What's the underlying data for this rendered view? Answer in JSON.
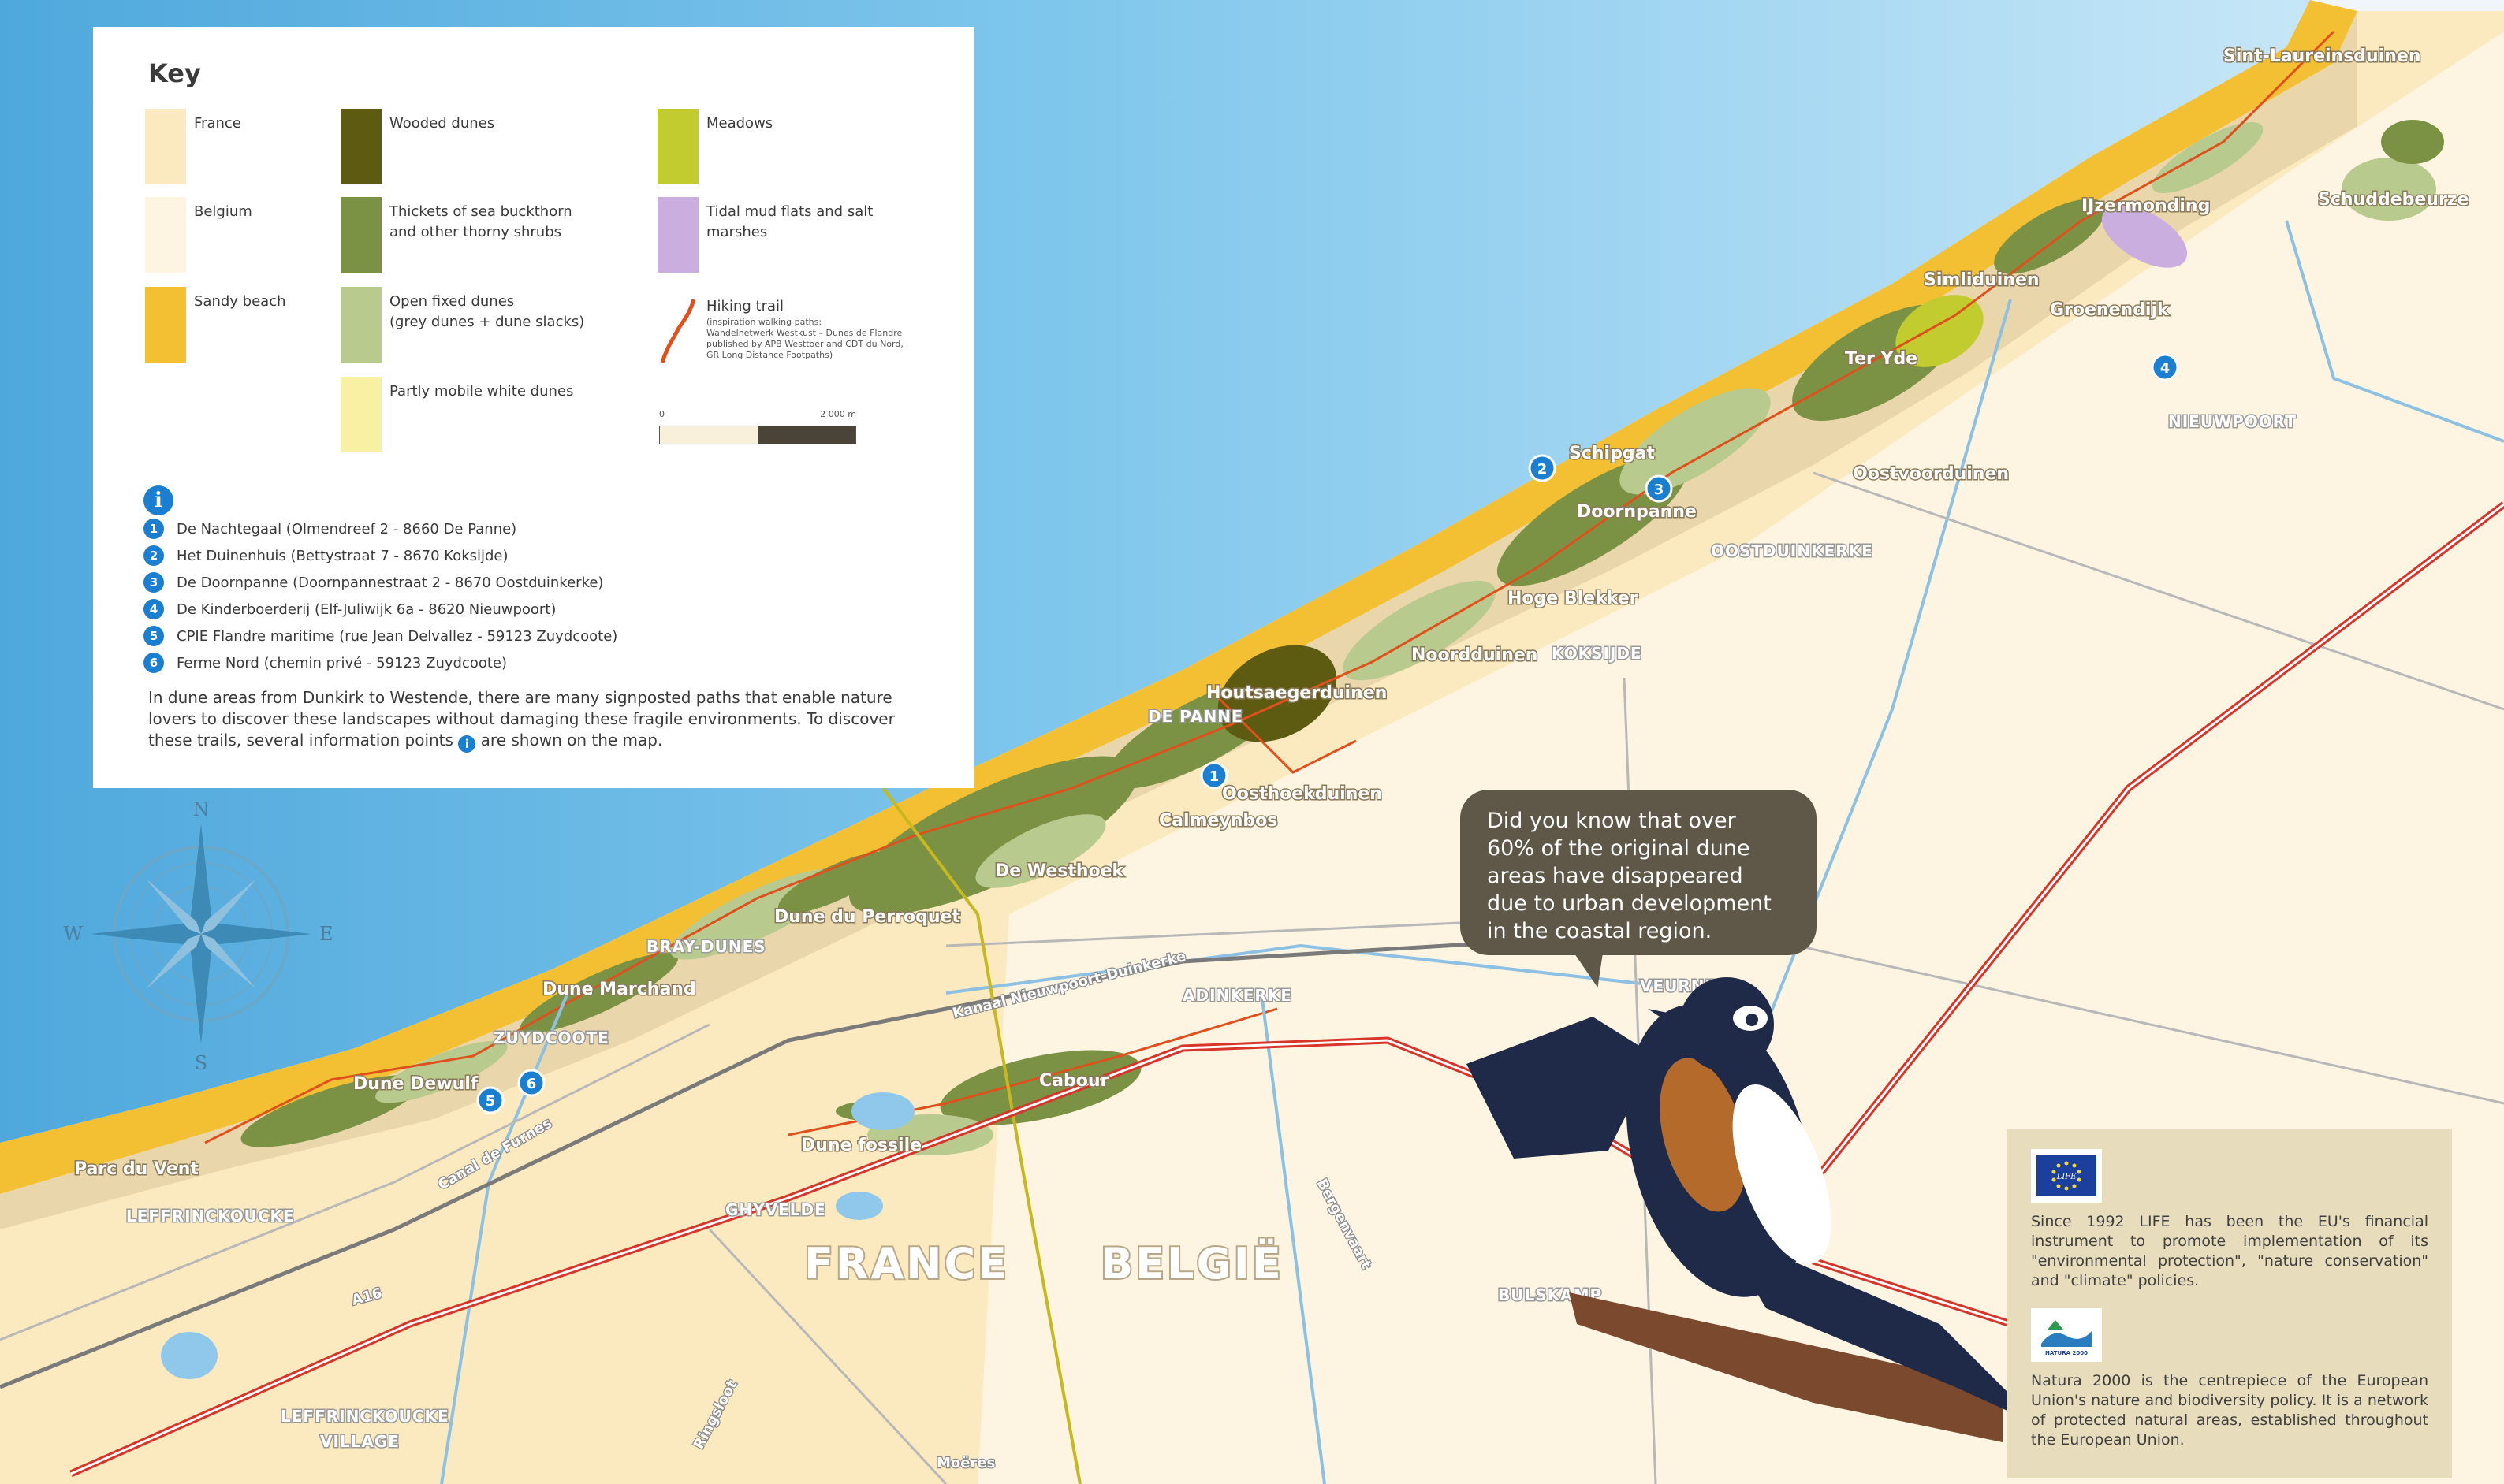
{
  "key": {
    "title": "Key",
    "items": [
      {
        "label": "France",
        "color": "#fbe9bf"
      },
      {
        "label": "Belgium",
        "color": "#fdf4e2"
      },
      {
        "label": "Sandy beach",
        "color": "#f4c033"
      },
      {
        "label": "Wooded dunes",
        "color": "#5d5a12"
      },
      {
        "label": "Thickets of sea buckthorn\nand other thorny shrubs",
        "color": "#7b9244"
      },
      {
        "label": "Open fixed dunes\n(grey dunes + dune slacks)",
        "color": "#b9ca8e"
      },
      {
        "label": "Partly mobile white dunes",
        "color": "#f8f0a2"
      },
      {
        "label": "Meadows",
        "color": "#c2cc2f"
      },
      {
        "label": "Tidal mud flats and salt\nmarshes",
        "color": "#cbaee0"
      },
      {
        "label": "Hiking trail",
        "sub": "(inspiration walking paths:\nWandelnetwerk Westkust – Dunes de Flandre\npublished by APB Westtoer and CDT du Nord,\nGR Long Distance Footpaths)",
        "color": "#e0501c"
      }
    ],
    "scale": {
      "start": "0",
      "end": "2 000 m"
    },
    "info_icon": "i",
    "info_points": [
      {
        "num": "1",
        "text": "De Nachtegaal (Olmendreef 2 - 8660 De Panne)"
      },
      {
        "num": "2",
        "text": "Het Duinenhuis (Bettystraat 7 - 8670 Koksijde)"
      },
      {
        "num": "3",
        "text": "De Doornpanne (Doornpannestraat 2 - 8670 Oostduinkerke)"
      },
      {
        "num": "4",
        "text": "De Kinderboerderij (Elf-Juliwijk 6a - 8620 Nieuwpoort)"
      },
      {
        "num": "5",
        "text": "CPIE Flandre maritime (rue Jean Delvallez - 59123 Zuydcoote)"
      },
      {
        "num": "6",
        "text": "Ferme Nord (chemin privé - 59123 Zuydcoote)"
      }
    ],
    "para_a": "In dune areas from Dunkirk to Westende, there are many signposted paths that enable nature lovers to discover these landscapes without damaging these fragile environments. To discover these trails, several information points",
    "para_b": "are shown on the map."
  },
  "compass": {
    "n": "N",
    "e": "E",
    "s": "S",
    "w": "W"
  },
  "map": {
    "colors": {
      "sea": "#5fb6e3",
      "beach": "#f4c033",
      "france": "#fbe9bf",
      "belgium": "#fdf4e2",
      "trail": "#e0501c",
      "motorway": "#d8352a"
    },
    "places": {
      "sint_laureins": "Sint-Laureinsduinen",
      "ijzermonding": "IJzermonding",
      "schuddebeurze": "Schuddebeurze",
      "simliduinen": "Simliduinen",
      "groenendijk": "Groenendijk",
      "ter_yde": "Ter Yde",
      "schipgat": "Schipgat",
      "doornpanne": "Doornpanne",
      "oostvoorduinen": "Oostvoorduinen",
      "hoge_blekker": "Hoge Blekker",
      "noordduinen": "Noordduinen",
      "houtsaeger": "Houtsaegerduinen",
      "oosthoek": "Oosthoekduinen",
      "calmeyn": "Calmeynbos",
      "westhoek": "De Westhoek",
      "perroquet": "Dune du Perroquet",
      "dune_marchand": "Dune Marchand",
      "dune_dewulf": "Dune Dewulf",
      "dune_fossile": "Dune fossile",
      "cabour": "Cabour",
      "parc_du_vent": "Parc du Vent",
      "kanaal": "Kanaal Nieuwpoort-Duinkerke",
      "canal_furnes": "Canal de Furnes",
      "ringsloot": "Ringsloot",
      "bergenvaart": "Bergenvaart",
      "moeres": "Moëres"
    },
    "towns": {
      "nieuwpoort": "NIEUWPOORT",
      "oostduinkerke": "OOSTDUINKERKE",
      "koksijde": "KOKSIJDE",
      "de_panne": "DE PANNE",
      "bray_dunes": "BRAY-DUNES",
      "zuydcoote": "ZUYDCOOTE",
      "adinkerke": "ADINKERKE",
      "veurne": "VEURNE",
      "ghyvelde": "GHYVELDE",
      "leffrinckoucke": "LEFFRINCKOUCKE",
      "leff_village_1": "LEFFRINCKOUCKE",
      "leff_village_2": "VILLAGE",
      "bulskamp": "BULSKAMP"
    },
    "roads": {
      "a16": "A16"
    },
    "countries": {
      "france": "FRANCE",
      "belgie": "BELGIË"
    },
    "poi": [
      "1",
      "2",
      "3",
      "4",
      "5",
      "6"
    ]
  },
  "bubble": {
    "text": "Did you know that over 60% of the original dune areas have disappeared due to urban development in the coastal region."
  },
  "eu_box": {
    "life_logo": "LIFE",
    "life_text": "Since 1992 LIFE has been the EU's financial instrument to promote implementation of its \"environmental protection\", \"nature conservation\" and \"climate\" policies.",
    "natura_logo": "NATURA 2000",
    "natura_text": "Natura 2000 is the centrepiece of the European Union's nature and biodiversity policy. It is a network of protected natural areas, established throughout the European Union."
  }
}
